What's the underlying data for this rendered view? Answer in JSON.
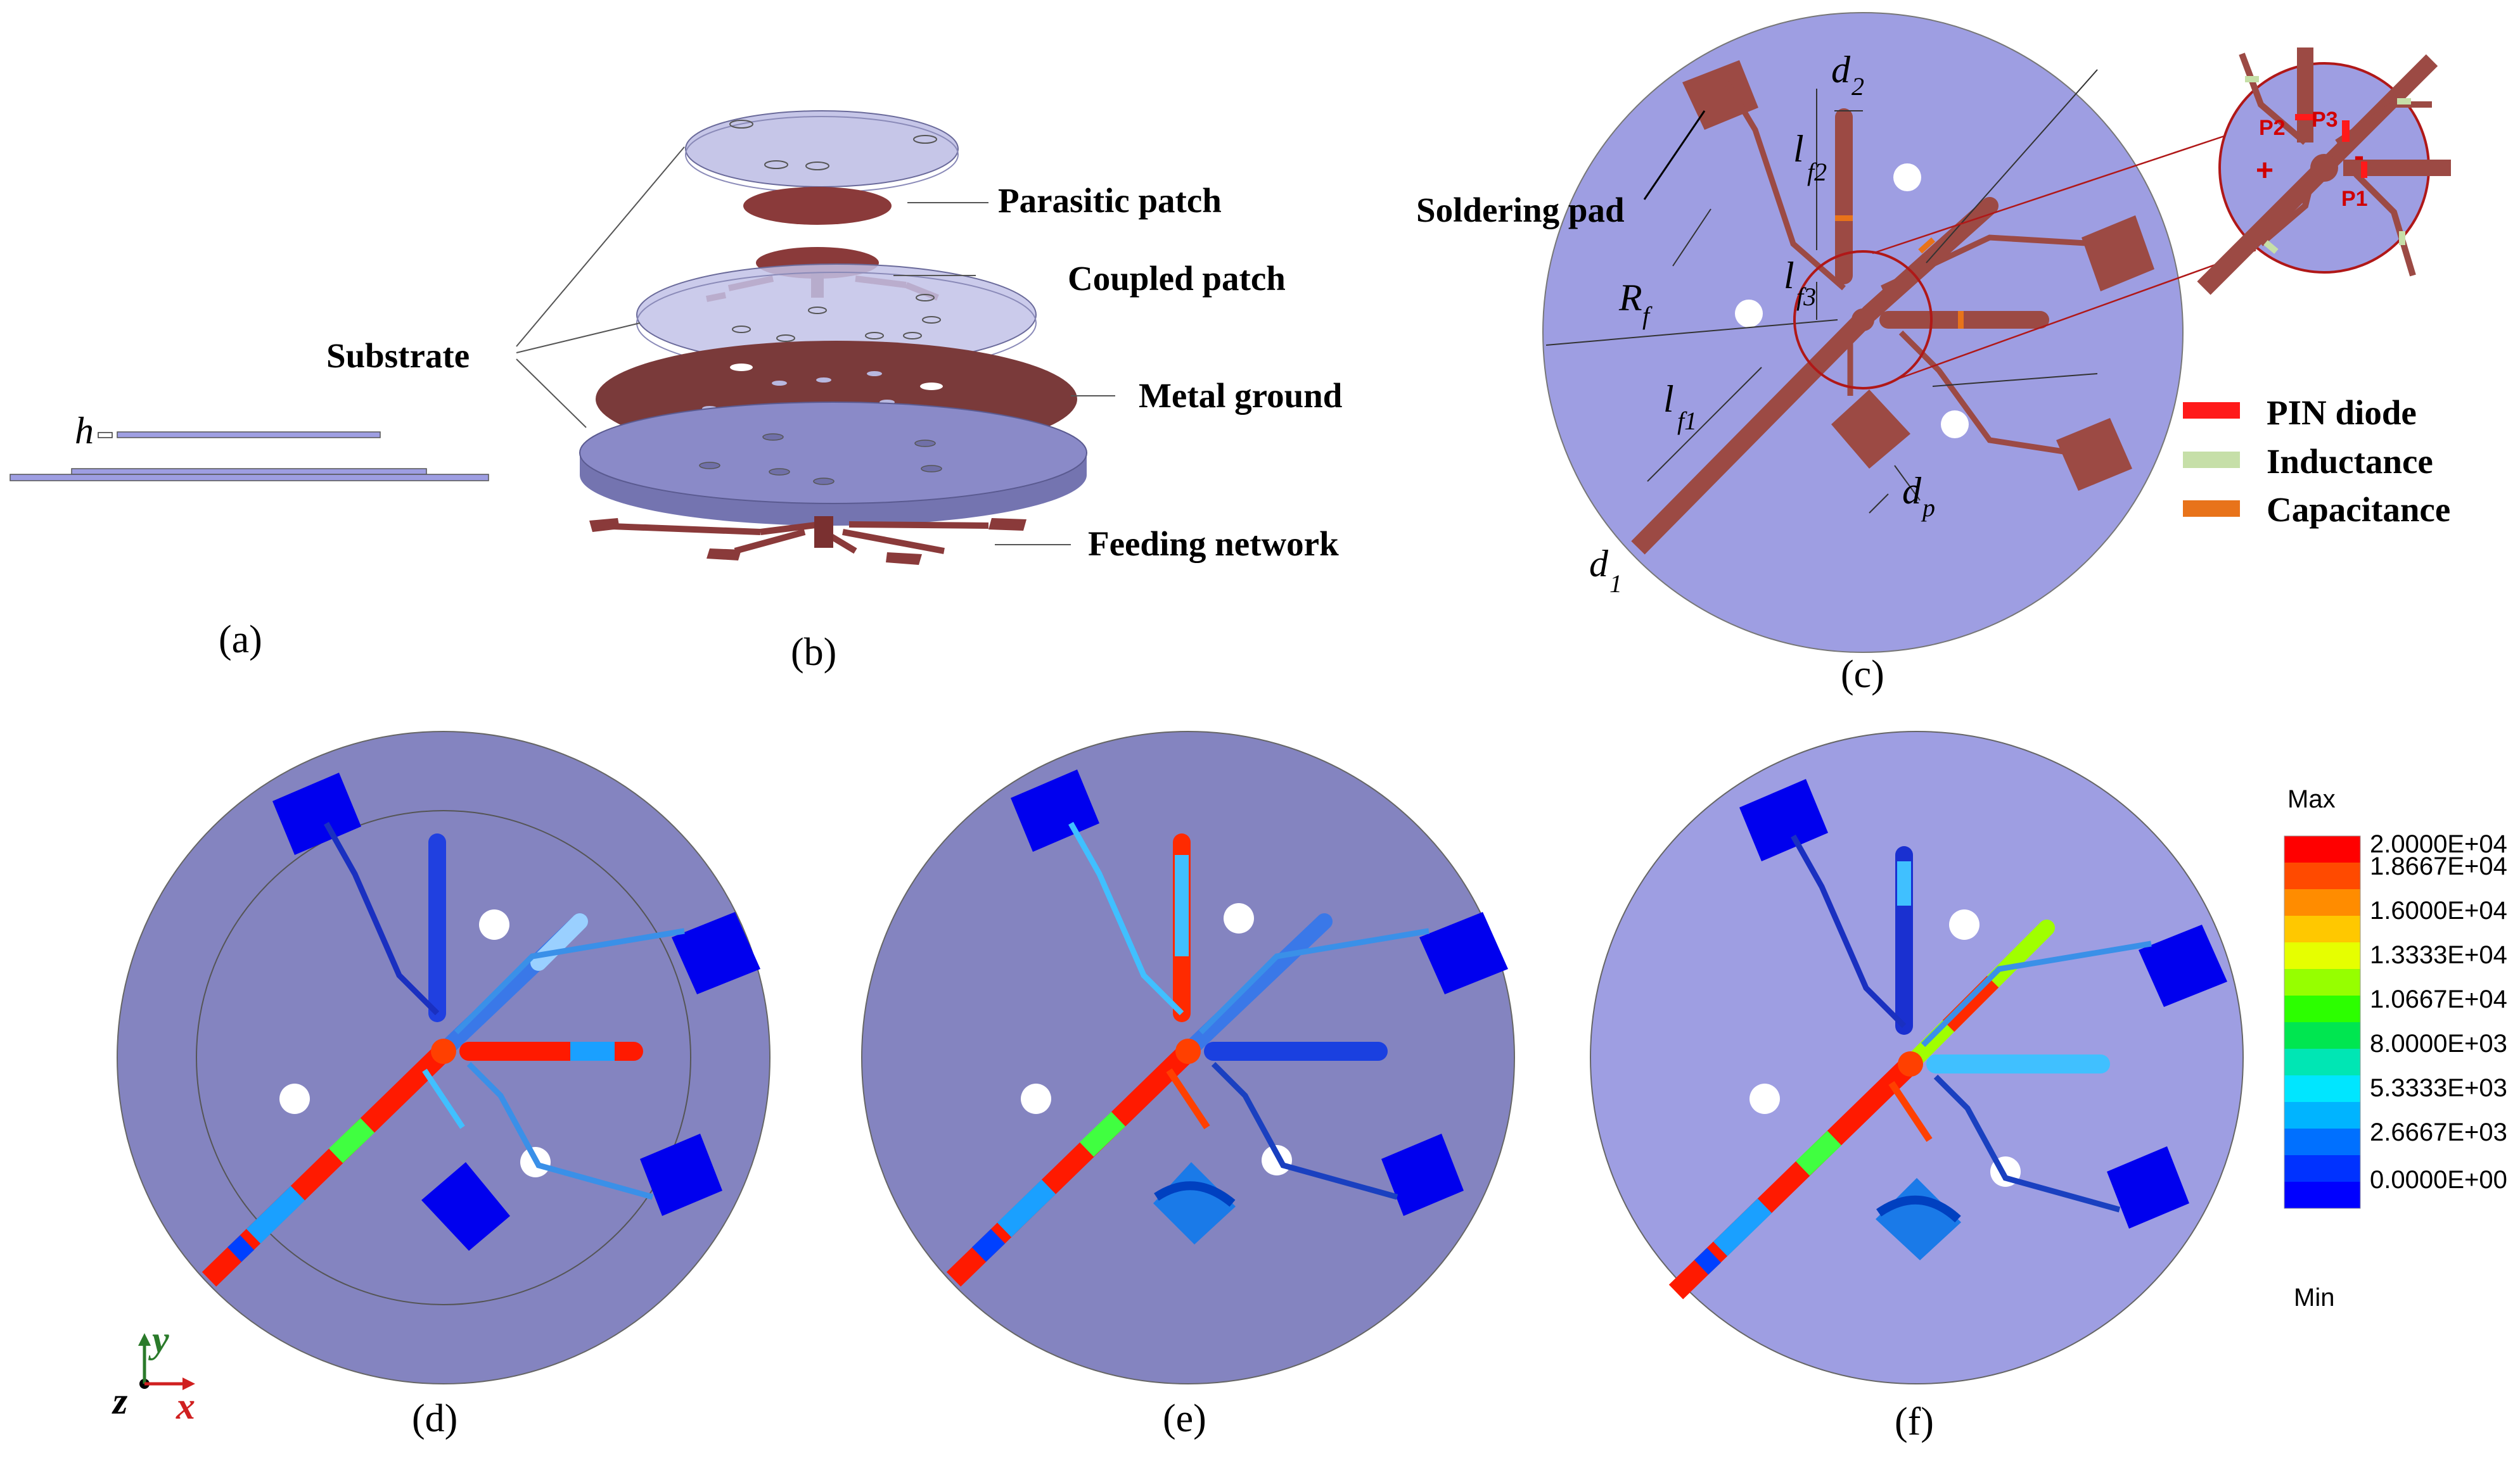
{
  "panel_labels": {
    "a": "(a)",
    "b": "(b)",
    "c": "(c)",
    "d": "(d)",
    "e": "(e)",
    "f": "(f)"
  },
  "layer_labels": {
    "parasitic_patch": "Parasitic patch",
    "coupled_patch": "Coupled patch",
    "substrate": "Substrate",
    "metal_ground": "Metal ground",
    "feeding_network": "Feeding network",
    "thickness": "h"
  },
  "panel_c": {
    "soldering_pad": "Soldering pad",
    "dims": {
      "d2_base": "d",
      "d2_sub": "2",
      "lf2_base": "l",
      "lf2_sub": "f2",
      "lf3_base": "l",
      "lf3_sub": "f3",
      "rf_base": "R",
      "rf_sub": "f",
      "lf1_base": "l",
      "lf1_sub": "f1",
      "dp_base": "d",
      "dp_sub": "p",
      "d1_base": "d",
      "d1_sub": "1"
    },
    "ports": {
      "p1": "P1",
      "p2": "P2",
      "p3": "P3",
      "plus": "+",
      "minus": "-"
    }
  },
  "legend": {
    "pin_diode": "PIN diode",
    "inductance": "Inductance",
    "capacitance": "Capacitance",
    "pin_color": "#ff1a1a",
    "ind_color": "#c6dfa8",
    "cap_color": "#e8731a"
  },
  "axes": {
    "y": "y",
    "z": "z",
    "x": "x"
  },
  "colorbar": {
    "max_label": "Max",
    "min_label": "Min",
    "ticks": [
      "2.0000E+04",
      "1.8667E+04",
      "1.6000E+04",
      "1.3333E+04",
      "1.0667E+04",
      "8.0000E+03",
      "5.3333E+03",
      "2.6667E+03",
      "0.0000E+00"
    ],
    "colors": [
      "#ff0000",
      "#ff4a00",
      "#ff8c00",
      "#ffc800",
      "#e6ff00",
      "#96ff00",
      "#2cff00",
      "#00e650",
      "#00e6b4",
      "#00e6ff",
      "#00b4ff",
      "#0070ff",
      "#0032ff",
      "#0000ff"
    ]
  },
  "colors": {
    "substrate_dark": "#8484c0",
    "substrate_light": "#9e9ee2",
    "copper": "#9c4a44",
    "metal_ground": "#7a3a3a"
  }
}
